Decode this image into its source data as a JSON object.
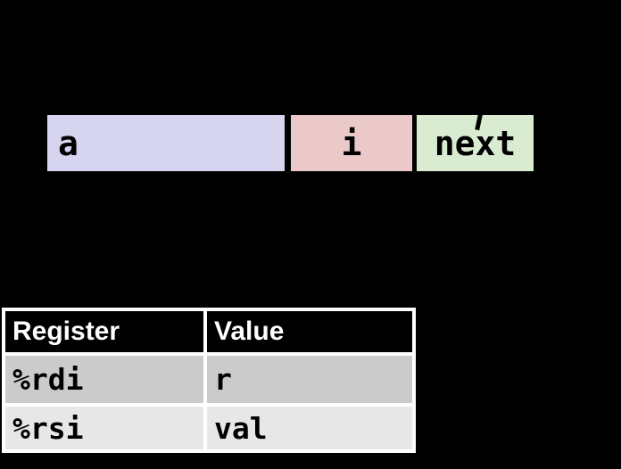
{
  "slide": {
    "background": "#000000"
  },
  "memory_diagram": {
    "boxes": [
      {
        "name": "a",
        "label": "a",
        "fill": "#d7d4f0",
        "text_align": "left"
      },
      {
        "name": "i",
        "label": "i",
        "fill": "#ecc9c9",
        "text_align": "center"
      },
      {
        "name": "next",
        "label": "next",
        "fill": "#d9ecd1",
        "text_align": "center"
      }
    ],
    "stray_mark": {
      "description": "black apostrophe-like stroke overlapping top edge of next box",
      "color": "#000000"
    }
  },
  "register_table": {
    "columns": [
      {
        "label": "Register"
      },
      {
        "label": "Value"
      }
    ],
    "rows": [
      {
        "register": "%rdi",
        "value": "r"
      },
      {
        "register": "%rsi",
        "value": "val"
      }
    ],
    "colors": {
      "header_bg": "#000000",
      "header_text": "#ffffff",
      "row1_bg": "#cbcbcb",
      "row2_bg": "#e7e7e7",
      "border": "#ffffff",
      "cell_text": "#000000"
    }
  }
}
